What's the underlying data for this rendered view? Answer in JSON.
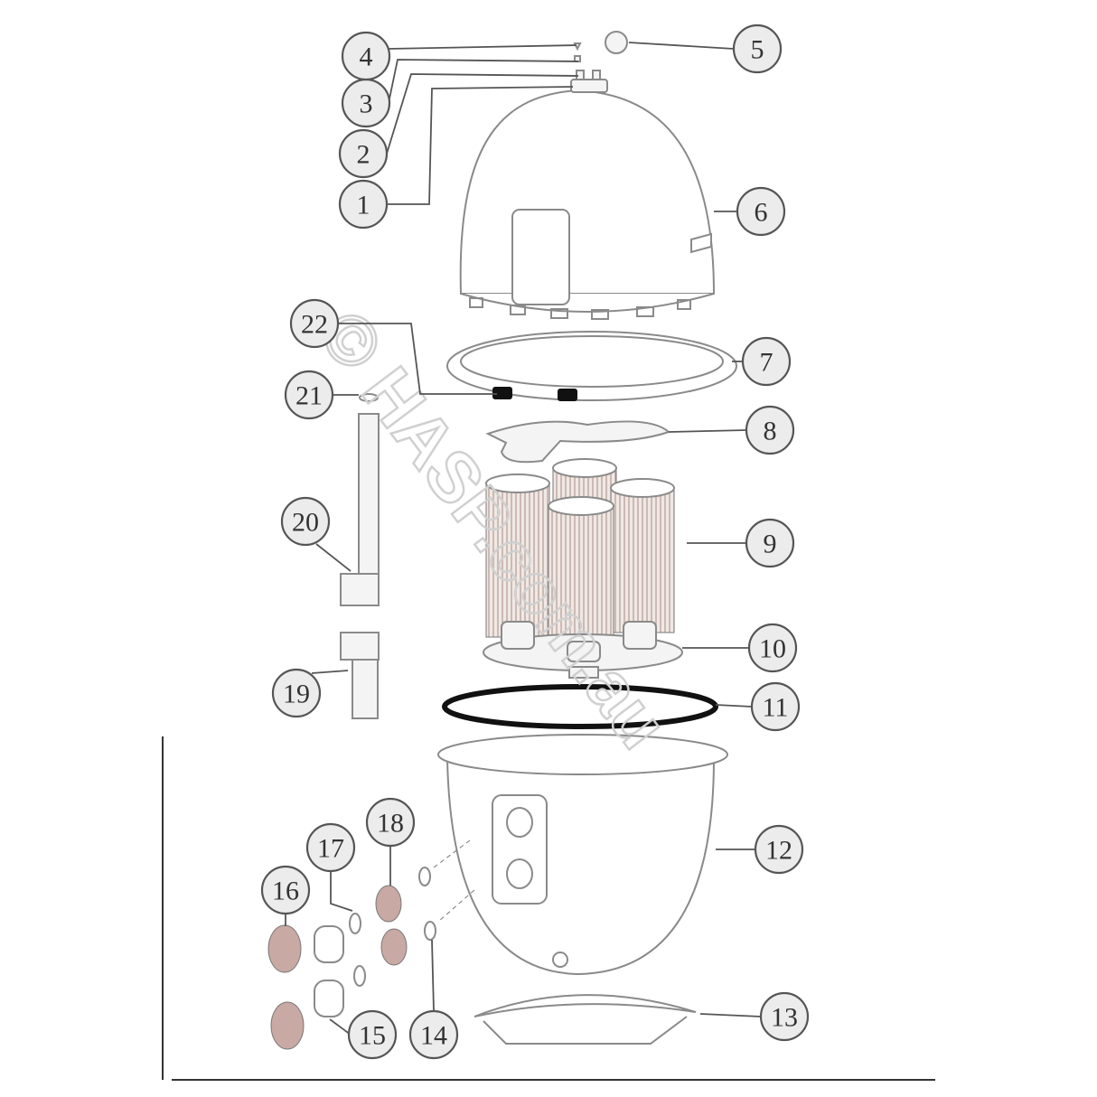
{
  "diagram": {
    "callouts": [
      "1",
      "2",
      "3",
      "4",
      "5",
      "6",
      "7",
      "8",
      "9",
      "10",
      "11",
      "12",
      "13",
      "14",
      "15",
      "16",
      "17",
      "18",
      "19",
      "20",
      "21",
      "22"
    ],
    "watermark": "© HASP.com.au"
  }
}
